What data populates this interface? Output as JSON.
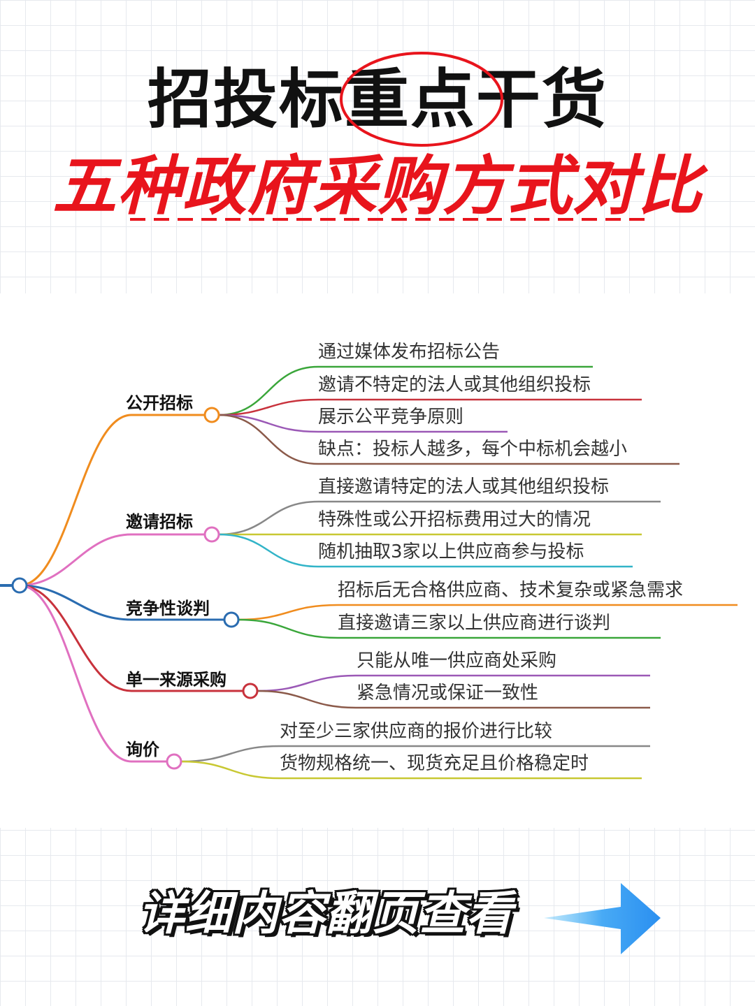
{
  "title": {
    "line1": "招投标重点干货",
    "line2": "五种政府采购方式对比"
  },
  "mindmap": {
    "branches": [
      {
        "label": "公开招标",
        "color": "#f08c1e",
        "leaves": [
          {
            "text": "通过媒体发布招标公告",
            "color": "#3aa63a"
          },
          {
            "text": "邀请不特定的法人或其他组织投标",
            "color": "#c8323c"
          },
          {
            "text": "展示公平竞争原则",
            "color": "#9b59b6"
          },
          {
            "text": "缺点：投标人越多，每个中标机会越小",
            "color": "#8b5a4a"
          }
        ]
      },
      {
        "label": "邀请招标",
        "color": "#e070c0",
        "leaves": [
          {
            "text": "直接邀请特定的法人或其他组织投标",
            "color": "#888888"
          },
          {
            "text": "特殊性或公开招标费用过大的情况",
            "color": "#c8c832"
          },
          {
            "text": "随机抽取3家以上供应商参与投标",
            "color": "#32b4c8"
          }
        ]
      },
      {
        "label": "竞争性谈判",
        "color": "#2a6cb0",
        "leaves": [
          {
            "text": "招标后无合格供应商、技术复杂或紧急需求",
            "color": "#f08c1e"
          },
          {
            "text": "直接邀请三家以上供应商进行谈判",
            "color": "#3aa63a"
          }
        ]
      },
      {
        "label": "单一来源采购",
        "color": "#c8323c",
        "leaves": [
          {
            "text": "只能从唯一供应商处采购",
            "color": "#9b59b6"
          },
          {
            "text": "紧急情况或保证一致性",
            "color": "#8b5a4a"
          }
        ]
      },
      {
        "label": "询价",
        "color": "#e070c0",
        "leaves": [
          {
            "text": "对至少三家供应商的报价进行比较",
            "color": "#888888"
          },
          {
            "text": "货物规格统一、现货充足且价格稳定时",
            "color": "#c8c832"
          }
        ]
      }
    ]
  },
  "footer": {
    "text": "详细内容翻页查看"
  },
  "colors": {
    "title_black": "#111111",
    "title_red": "#e8141c",
    "root_node": "#2a6cb0",
    "arrow_blue": "#2a8ff0"
  }
}
